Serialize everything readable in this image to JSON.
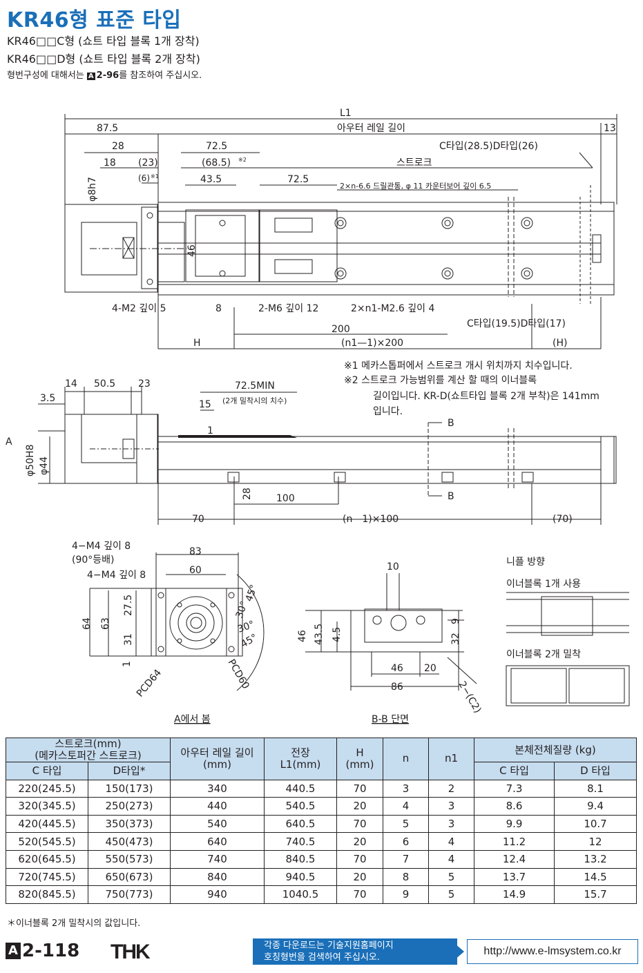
{
  "header": {
    "title": "KR46형 표준 타입",
    "line1": "KR46□□C형 (쇼트 타입 블록 1개 장착)",
    "line2": "KR46□□D형 (쇼트 타입 블록 2개 장착)",
    "note_prefix": "형번구성에 대해서는 ",
    "note_ref_badge": "A",
    "note_ref": "2-96",
    "note_suffix": "를 참조하여 주십시오."
  },
  "top_view": {
    "L1": "L1",
    "d87_5": "87.5",
    "rail_len": "아우터 레일 길이",
    "d13": "13",
    "d28": "28",
    "d18": "18",
    "d23": "(23)",
    "d6": "(6)",
    "star1": "※1",
    "d72_5a": "72.5",
    "d68_5": "(68.5)",
    "star2": "※2",
    "d43_5": "43.5",
    "d72_5b": "72.5",
    "phi8h7": "φ8h7",
    "cd_top": "C타입(28.5)D타입(26)",
    "stroke": "스트로크",
    "drill": "2×n-6.6 드릴관통, φ 11 카운터보어 깊이 6.5",
    "d46": "46",
    "m2": "4-M2 깊이 5",
    "d8": "8",
    "m6": "2-M6 깊이 12",
    "m26": "2×n1-M2.6 깊이 4",
    "cd_bot": "C타입(19.5)D타입(17)",
    "d200": "200",
    "H": "H",
    "n1x200": "(n1—1)×200",
    "Hp": "(H)"
  },
  "notes": {
    "n1": "※1   메카스톱퍼에서 스트로크 개시 위치까지 치수입니다.",
    "n2a": "※2   스트로크 가능범위를 계산 할 때의 이너블록",
    "n2b": "길이입니다. KR-D(쇼트타입 블록 2개 부착)은 141mm",
    "n2c": "입니다."
  },
  "side_view": {
    "d14": "14",
    "d50_5": "50.5",
    "d23": "23",
    "d72_5min": "72.5MIN",
    "min_note": "(2개 밀착시의 치수)",
    "d3_5": "3.5",
    "d15": "15",
    "A": "A",
    "phi50": "φ50H8",
    "phi44": "φ44",
    "d1": "1",
    "B": "B",
    "d28": "28",
    "d100": "100",
    "d70": "70",
    "nx100": "(n—1)×100",
    "d70p": "(70)"
  },
  "view_a": {
    "m4a": "4−M4 깊이 8",
    "deg90": "(90°등배)",
    "m4b": "4−M4 깊이 8",
    "d83": "83",
    "d60": "60",
    "d64": "64",
    "d63": "63",
    "d27_5": "27.5",
    "d31": "31",
    "d1": "1",
    "a45a": "45°",
    "a30a": "30°",
    "a30b": "30°",
    "a45b": "45°",
    "pcd64": "PCD64",
    "pcd60": "PCD60",
    "caption": "A에서 봄"
  },
  "section_bb": {
    "d10": "10",
    "d46": "46",
    "d43_5": "43.5",
    "d4_5": "4.5",
    "d9": "9",
    "d32": "32",
    "d46b": "46",
    "d20": "20",
    "c2": "2−(C2)",
    "d86": "86",
    "caption": "B-B 단면"
  },
  "nipple": {
    "title": "니플 방향",
    "one": "이너블록 1개 사용",
    "two": "이너블록 2개 밀착"
  },
  "table": {
    "h_stroke": "스트로크(mm)",
    "h_stroke2": "(메카스토퍼간 스트로크)",
    "h_ctype": "C 타입",
    "h_dtype": "D타입*",
    "h_rail": "아우터 레일 길이",
    "h_rail_unit": "(mm)",
    "h_total": "전장",
    "h_total_unit": "L1(mm)",
    "h_H": "H",
    "h_H_unit": "(mm)",
    "h_n": "n",
    "h_n1": "n1",
    "h_mass": "본체전체질량 (kg)",
    "h_mass_c": "C 타입",
    "h_mass_d": "D 타입",
    "rows": [
      [
        "220(245.5)",
        "150(173)",
        "340",
        "440.5",
        "70",
        "3",
        "2",
        "7.3",
        "8.1"
      ],
      [
        "320(345.5)",
        "250(273)",
        "440",
        "540.5",
        "20",
        "4",
        "3",
        "8.6",
        "9.4"
      ],
      [
        "420(445.5)",
        "350(373)",
        "540",
        "640.5",
        "70",
        "5",
        "3",
        "9.9",
        "10.7"
      ],
      [
        "520(545.5)",
        "450(473)",
        "640",
        "740.5",
        "20",
        "6",
        "4",
        "11.2",
        "12"
      ],
      [
        "620(645.5)",
        "550(573)",
        "740",
        "840.5",
        "70",
        "7",
        "4",
        "12.4",
        "13.2"
      ],
      [
        "720(745.5)",
        "650(673)",
        "840",
        "940.5",
        "20",
        "8",
        "5",
        "13.7",
        "14.5"
      ],
      [
        "820(845.5)",
        "750(773)",
        "940",
        "1040.5",
        "70",
        "9",
        "5",
        "14.9",
        "15.7"
      ]
    ]
  },
  "footer": {
    "table_note": "＊이너블록 2개 밀착시의 값입니다.",
    "page_badge": "A",
    "page": "2-118",
    "brand": "THK",
    "banner1": "각종 다운로드는 기술지원홈페이지",
    "banner2": "호칭형번을 검색하여 주십시오.",
    "url": "http://www.e-lmsystem.co.kr"
  },
  "colors": {
    "accent": "#1a6fb8",
    "table_header": "#c6dcef",
    "ink": "#231f20"
  }
}
